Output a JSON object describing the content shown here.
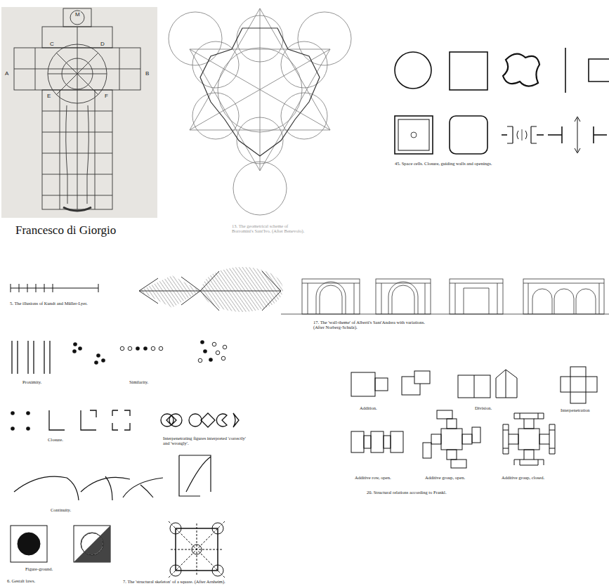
{
  "diagram": {
    "labels": [
      "Francesco di Giorgio",
      "M",
      "C",
      "D",
      "A",
      "B",
      "E",
      "F",
      "13. The geometrical scheme of Borromini's Sant'Ivo. (After Benevolo).",
      "45. Space cells. Closure, guiding walls and openings.",
      "5. The illusions of Kundt and Müller-Lyer.",
      "17. The 'wall-theme' of Alberti's Sant'Andrea with variations. (After Norberg-Schulz).",
      "Proximity.",
      "Similarity.",
      "Closure.",
      "Interpenetrating figures interpreted 'correctly' and 'wrongly'.",
      "Continuity.",
      "Figure-ground.",
      "6. Gestalt laws.",
      "7. The 'structural skeleton' of a square. (After Arnheim).",
      "Addition.",
      "Division.",
      "Interpenetration",
      "Additive row, open.",
      "Additive group, open.",
      "Additive group, closed.",
      "20. Structural relations according to Frankl."
    ]
  }
}
